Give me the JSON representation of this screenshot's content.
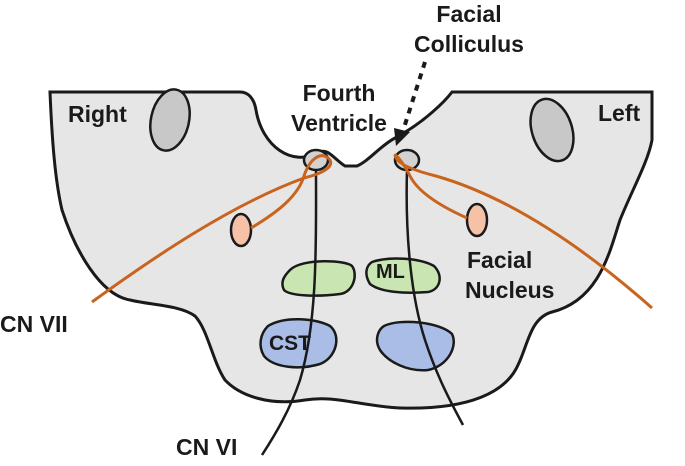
{
  "labels": {
    "facial_colliculus": [
      "Facial",
      "Colliculus"
    ],
    "fourth_ventricle": [
      "Fourth",
      "Ventricle"
    ],
    "right": "Right",
    "left": "Left",
    "ml": "ML",
    "cst": "CST",
    "facial_nucleus": [
      "Facial",
      "Nucleus"
    ],
    "cn_vii": "CN VII",
    "cn_vi": "CN VI"
  },
  "colors": {
    "pons_fill": "#e6e6e6",
    "outline": "#1a1a1a",
    "cerebellar_peduncle": "#c8c8c8",
    "abducens_nucleus": "#d2d2d2",
    "facial_nucleus": "#f5c2a8",
    "medial_lemniscus": "#c9e6b2",
    "corticospinal_tract": "#a9bde6",
    "facial_nerve": "#c8641e"
  }
}
